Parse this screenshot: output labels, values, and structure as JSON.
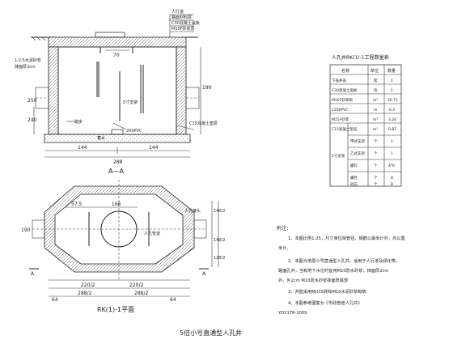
{
  "section_view": {
    "label": "A—A",
    "layers": [
      "人行道",
      "路面材料层",
      "C30混凝土盖板",
      "M10F砂浆层"
    ],
    "left_notes": [
      "1:2.5水泥砂浆",
      "抹面厚2cm"
    ],
    "right_notes": [
      "C15混凝土垫层"
    ],
    "inner_notes": [
      "踏步",
      "5寸支架",
      "200PVC",
      "蓄水"
    ],
    "dims_top": [
      "70"
    ],
    "dims_left": [
      "240",
      "250"
    ],
    "dims_right": [
      "190"
    ],
    "dims_bottom": [
      "144",
      "144",
      "288"
    ]
  },
  "plan_view": {
    "label": "RK(1)-1平面",
    "notes": [
      "人孔接头",
      "人孔管道"
    ],
    "dims_top": [
      "57.5",
      "166"
    ],
    "dims_bottom": [
      "220/2",
      "220/2",
      "288/2",
      "288/2",
      "64",
      "64"
    ],
    "dims_right": [
      "140/2",
      "140/2",
      "120/2"
    ],
    "dims_left": [
      "190"
    ],
    "section_marks": [
      "A",
      "A"
    ]
  },
  "quantity_table": {
    "title": "人孔井RK(1)-1工程数量表",
    "headers": [
      "名称",
      "单位",
      "数量"
    ],
    "rows": [
      [
        "下盖井盖",
        "套",
        "1"
      ],
      [
        "C30混凝土盖板",
        "块",
        "1"
      ],
      [
        "M10F砂浆砌",
        "m²",
        "26.71"
      ],
      [
        "¢200PVC",
        "m",
        "0.3"
      ],
      [
        "M15F砂浆",
        "m³",
        "3.24"
      ],
      [
        "C15混凝土垫层",
        "m³",
        "0.87"
      ]
    ],
    "sub_group": "5寸支架",
    "sub_rows": [
      [
        "甲式支架",
        "个",
        "1"
      ],
      [
        "乙式支架",
        "个",
        "1"
      ],
      [
        "螺钉",
        "个",
        "4*6"
      ],
      [
        "螺栓",
        "个",
        "8"
      ],
      [
        "砂石",
        "个",
        "8"
      ]
    ]
  },
  "notes": {
    "heading": "附注：",
    "items": [
      "1、本图比例1:25，尺寸单位除管径、钢筋以毫米计外，均以厘",
      "米计。",
      "2、本图为地层小号直通型人孔井，适用于人行道及绿化带，",
      "路面孔井，当有地下水位时宜用M10防水砂浆，抹面厚2cm",
      "外、外2cm  M10防水砂浆抹面厚底部",
      "3、井壁采用MU15砖和M10水泥砂浆砌筑",
      "4、本图参考图集为《市政管道人孔井》",
      "YD5178-2009"
    ]
  },
  "caption": "5倍小号直通型人孔井"
}
